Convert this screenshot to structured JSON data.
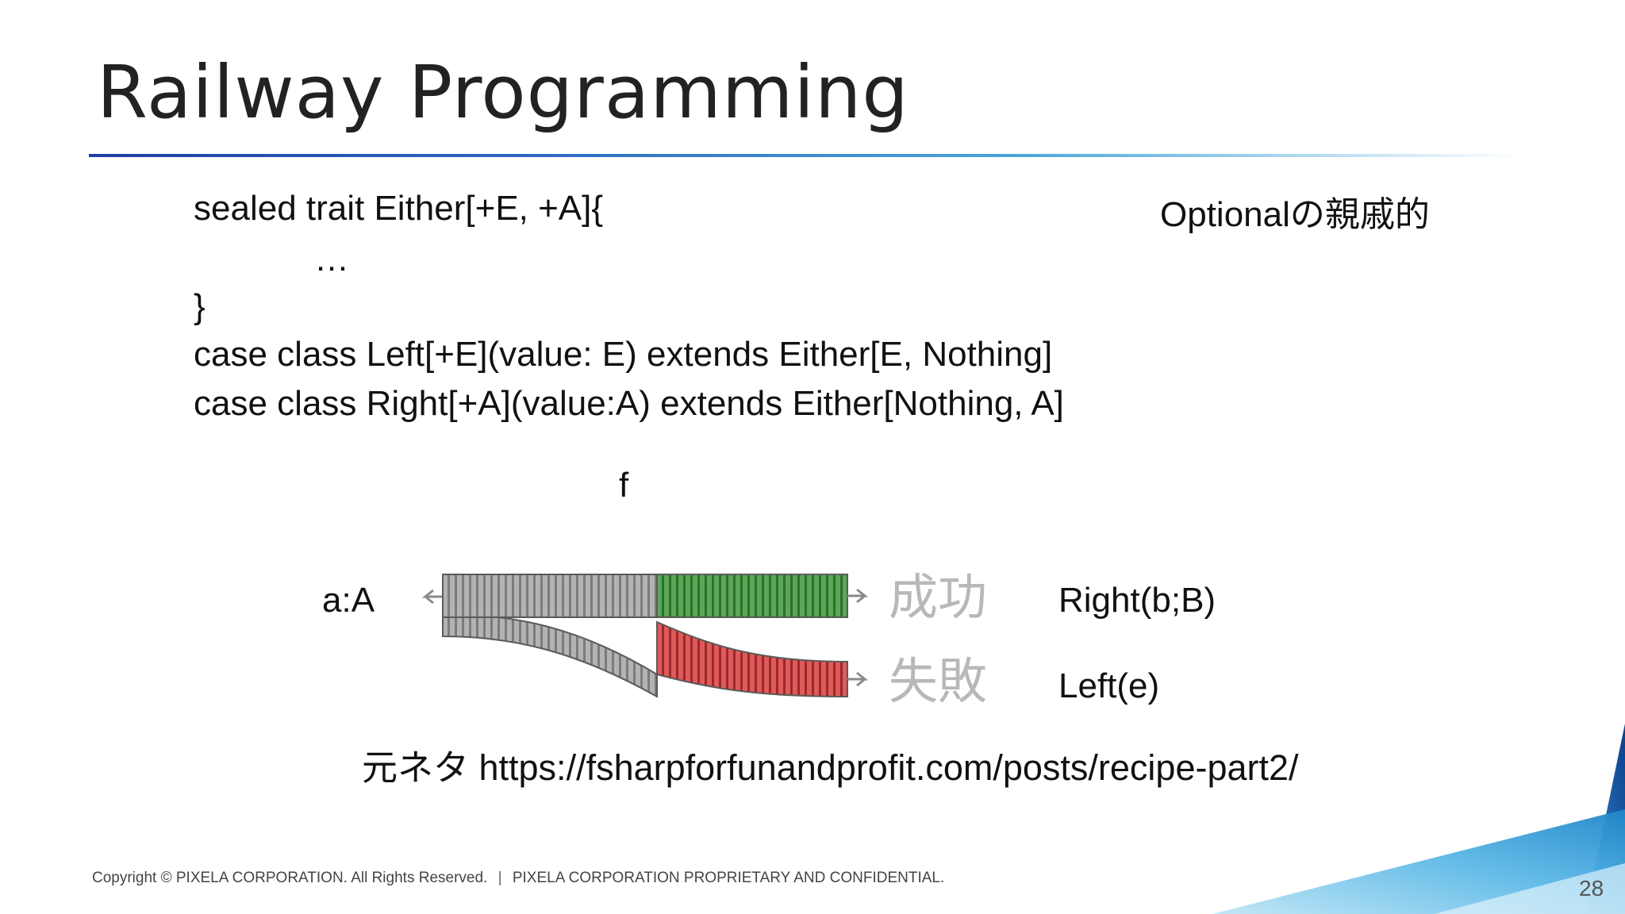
{
  "slide": {
    "title": "Railway Programming",
    "code_lines": [
      "sealed trait Either[+E, +A]{",
      "…",
      "}",
      "case class Left[+E](value: E) extends Either[E, Nothing]",
      "case class Right[+A](value:A) extends Either[Nothing, A]"
    ],
    "note": "Optionalの親戚的",
    "diagram": {
      "function_label": "f",
      "input_label": "a:A",
      "success_kanji": "成功",
      "failure_kanji": "失敗",
      "success_output": "Right(b;B)",
      "failure_output": "Left(e)",
      "colors": {
        "success": "#4c9a4a",
        "failure": "#d84a4a",
        "neutral": "#a8a8a8"
      }
    },
    "source": "元ネタ https://fsharpforfunandprofit.com/posts/recipe-part2/",
    "page_number": "28"
  },
  "footer": {
    "copyright": "Copyright © PIXELA CORPORATION. All Rights Reserved.",
    "separator": "|",
    "confidential": "PIXELA CORPORATION PROPRIETARY AND CONFIDENTIAL."
  },
  "theme": {
    "accent_dark": "#1f3fa0",
    "accent_light": "#4aa6da"
  }
}
